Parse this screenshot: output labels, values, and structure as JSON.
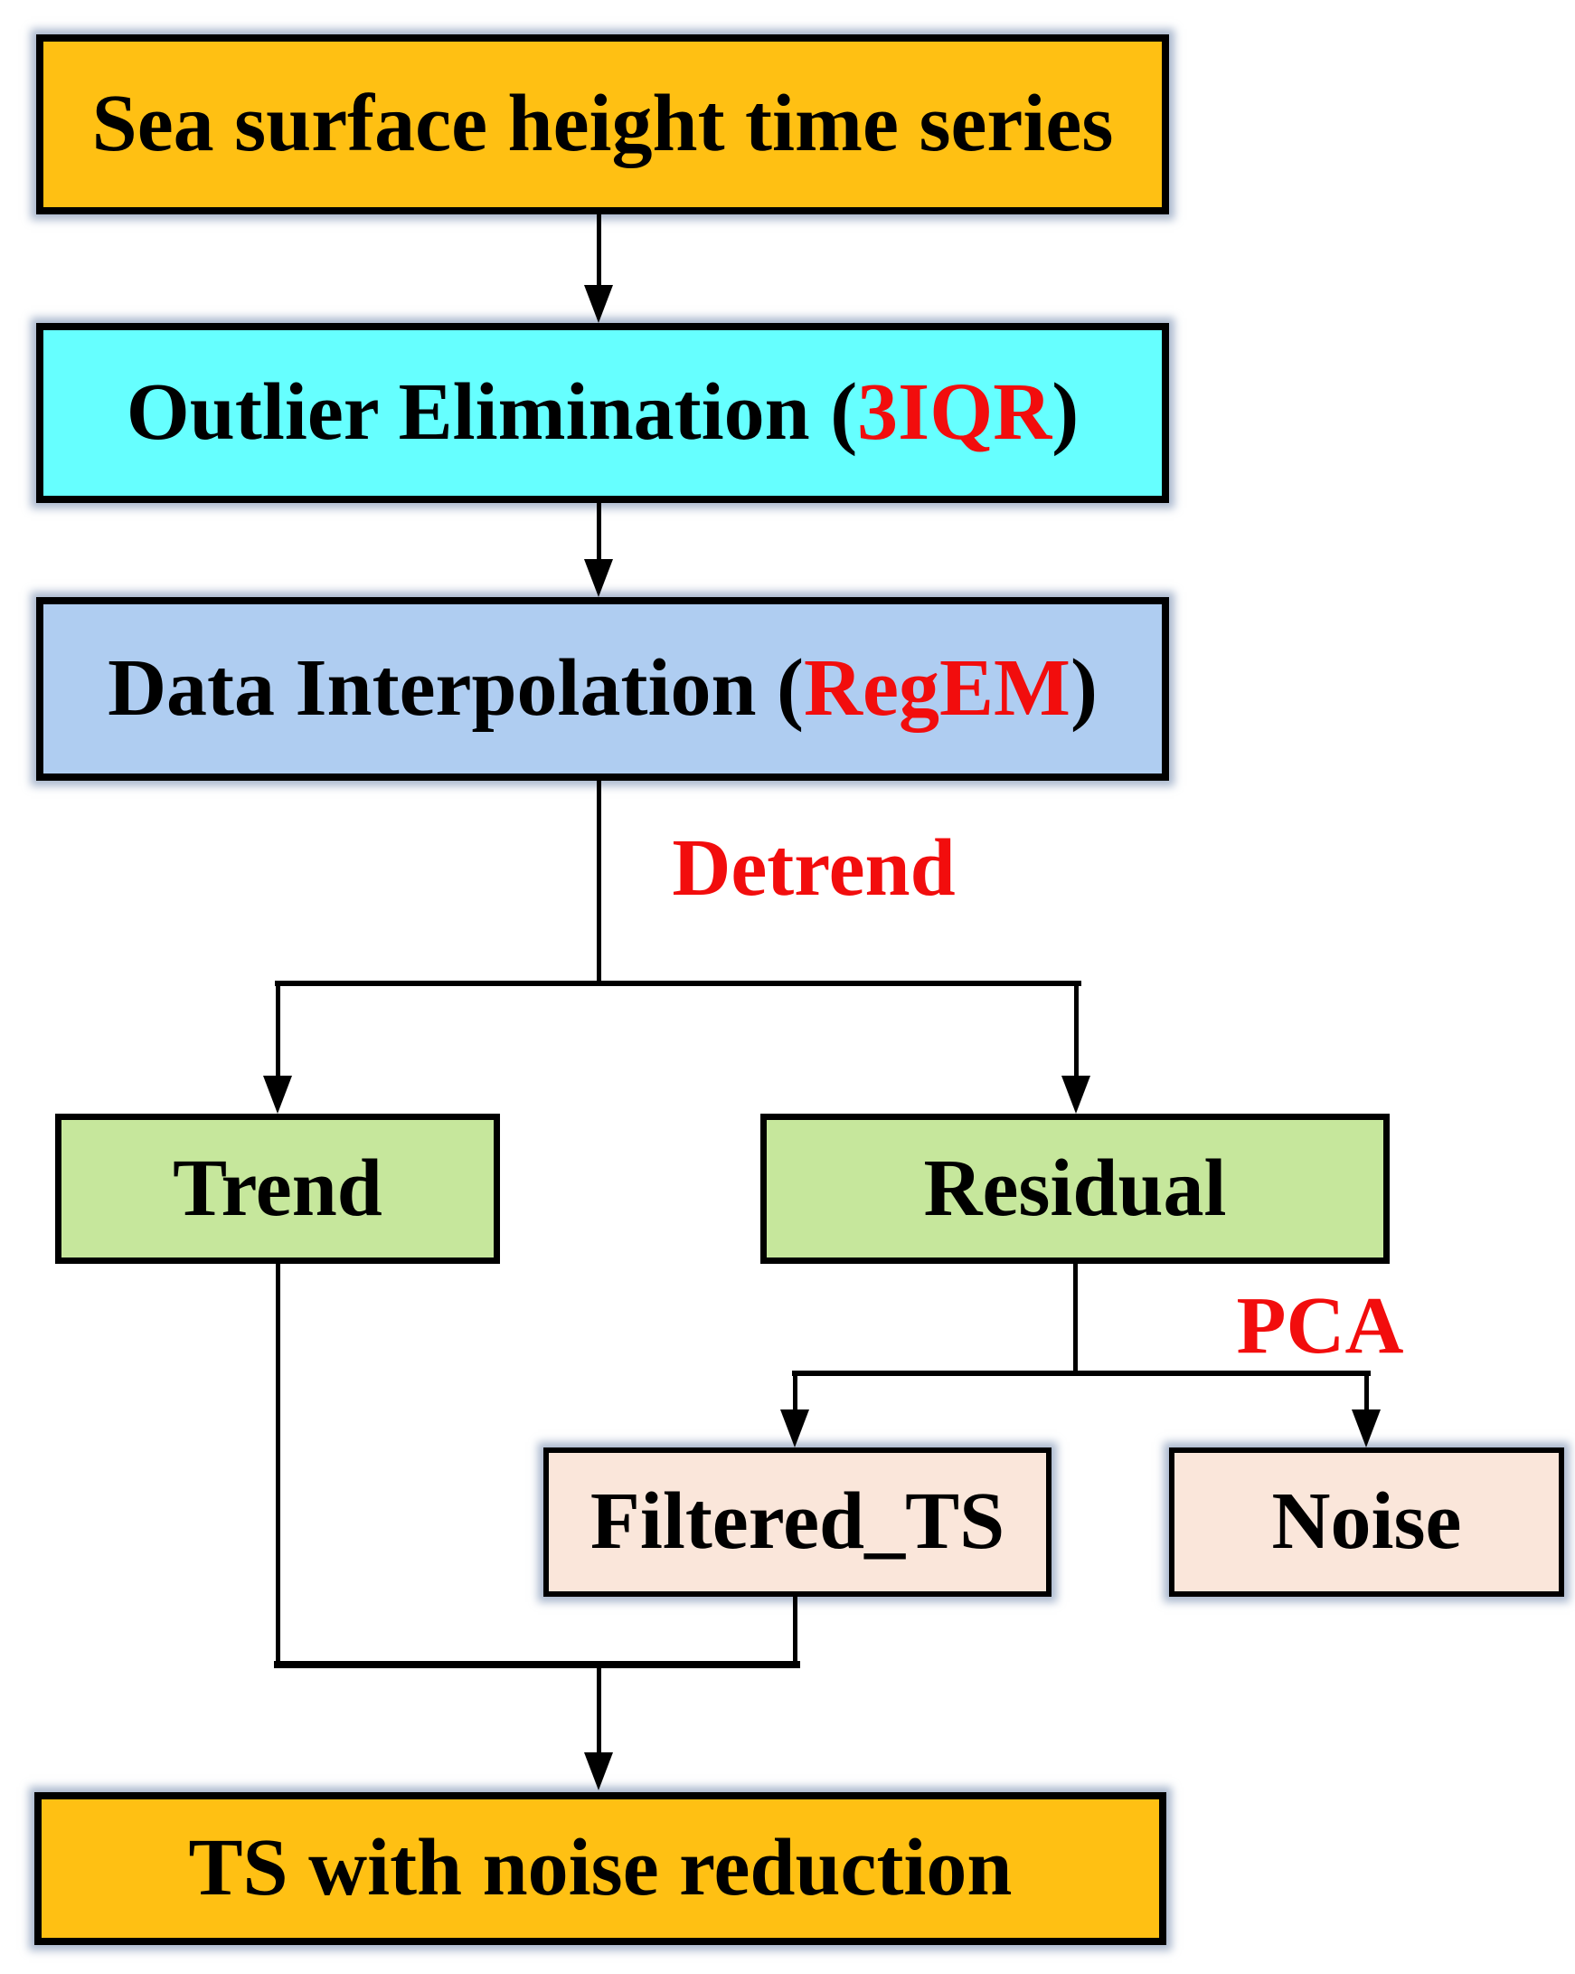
{
  "diagram": {
    "background": "#FFFFFF",
    "line_color": "#000000",
    "text_color": "#000000",
    "highlight_color": "#F20D0D",
    "nodes": {
      "sea_surface": {
        "label": "Sea surface height time series",
        "fill": "#FFC013"
      },
      "outlier": {
        "pre": "Outlier Elimination (",
        "highlight": "3IQR",
        "post": ")",
        "fill": "#66FFFF",
        "highlight_color": "#F20D0D"
      },
      "interpolation": {
        "pre": "Data Interpolation (",
        "highlight": "RegEM",
        "post": ")",
        "fill": "#AFCDF1",
        "highlight_color": "#F20D0D"
      },
      "trend": {
        "label": "Trend",
        "fill": "#C6E79C"
      },
      "residual": {
        "label": "Residual",
        "fill": "#C6E79C"
      },
      "filtered_ts": {
        "label": "Filtered_TS",
        "fill": "#FAE6DA"
      },
      "noise": {
        "label": "Noise",
        "fill": "#FAE6DA"
      },
      "output": {
        "label": "TS with noise reduction",
        "fill": "#FFC013"
      }
    },
    "edge_labels": {
      "detrend": {
        "label": "Detrend",
        "color": "#F20D0D"
      },
      "pca": {
        "label": "PCA",
        "color": "#F20D0D"
      }
    }
  }
}
